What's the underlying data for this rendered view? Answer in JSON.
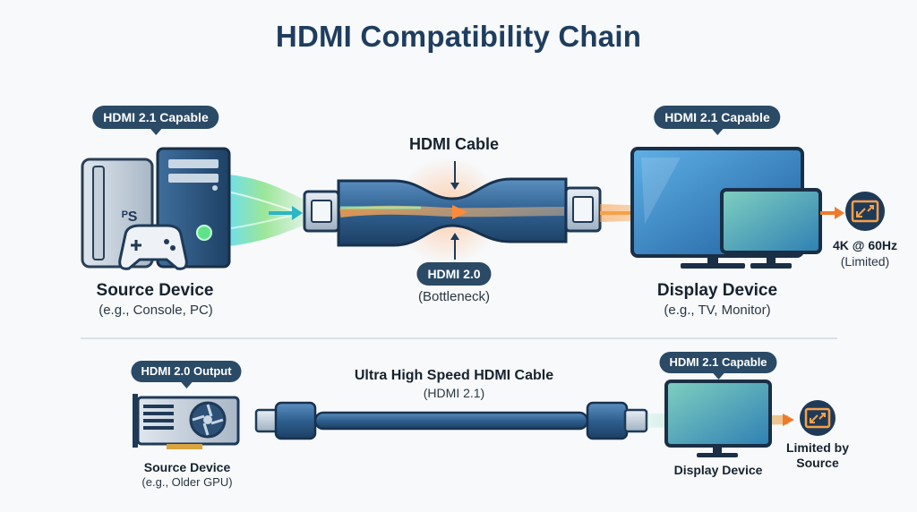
{
  "title": "HDMI Compatibility Chain",
  "top": {
    "source_badge": "HDMI 2.1 Capable",
    "source_title": "Source Device",
    "source_sub": "(e.g., Console, PC)",
    "cable_title": "HDMI Cable",
    "cable_badge": "HDMI 2.0",
    "cable_sub": "(Bottleneck)",
    "display_badge": "HDMI 2.1 Capable",
    "display_title": "Display Device",
    "display_sub": "(e.g., TV, Monitor)",
    "result_line1": "4K @ 60Hz",
    "result_line2": "(Limited)"
  },
  "bottom": {
    "source_badge": "HDMI 2.0 Output",
    "source_title": "Source Device",
    "source_sub": "(e.g., Older GPU)",
    "cable_title": "Ultra High Speed HDMI Cable",
    "cable_sub": "(HDMI 2.1)",
    "display_badge": "HDMI 2.1 Capable",
    "display_title": "Display Device",
    "result_line1": "Limited by",
    "result_line2": "Source"
  },
  "colors": {
    "title": "#1f3d5e",
    "badge": "#2a4a66",
    "flow_source": "#3fd8c8",
    "flow_bottleneck": "#f07a2a",
    "result_circle": "#1f3a57"
  },
  "icons": [
    "game-console-icon",
    "desktop-pc-icon",
    "gamepad-icon",
    "hdmi-cable-icon",
    "tv-icon",
    "monitor-icon",
    "resolution-expand-icon",
    "graphics-card-icon",
    "fan-icon"
  ]
}
